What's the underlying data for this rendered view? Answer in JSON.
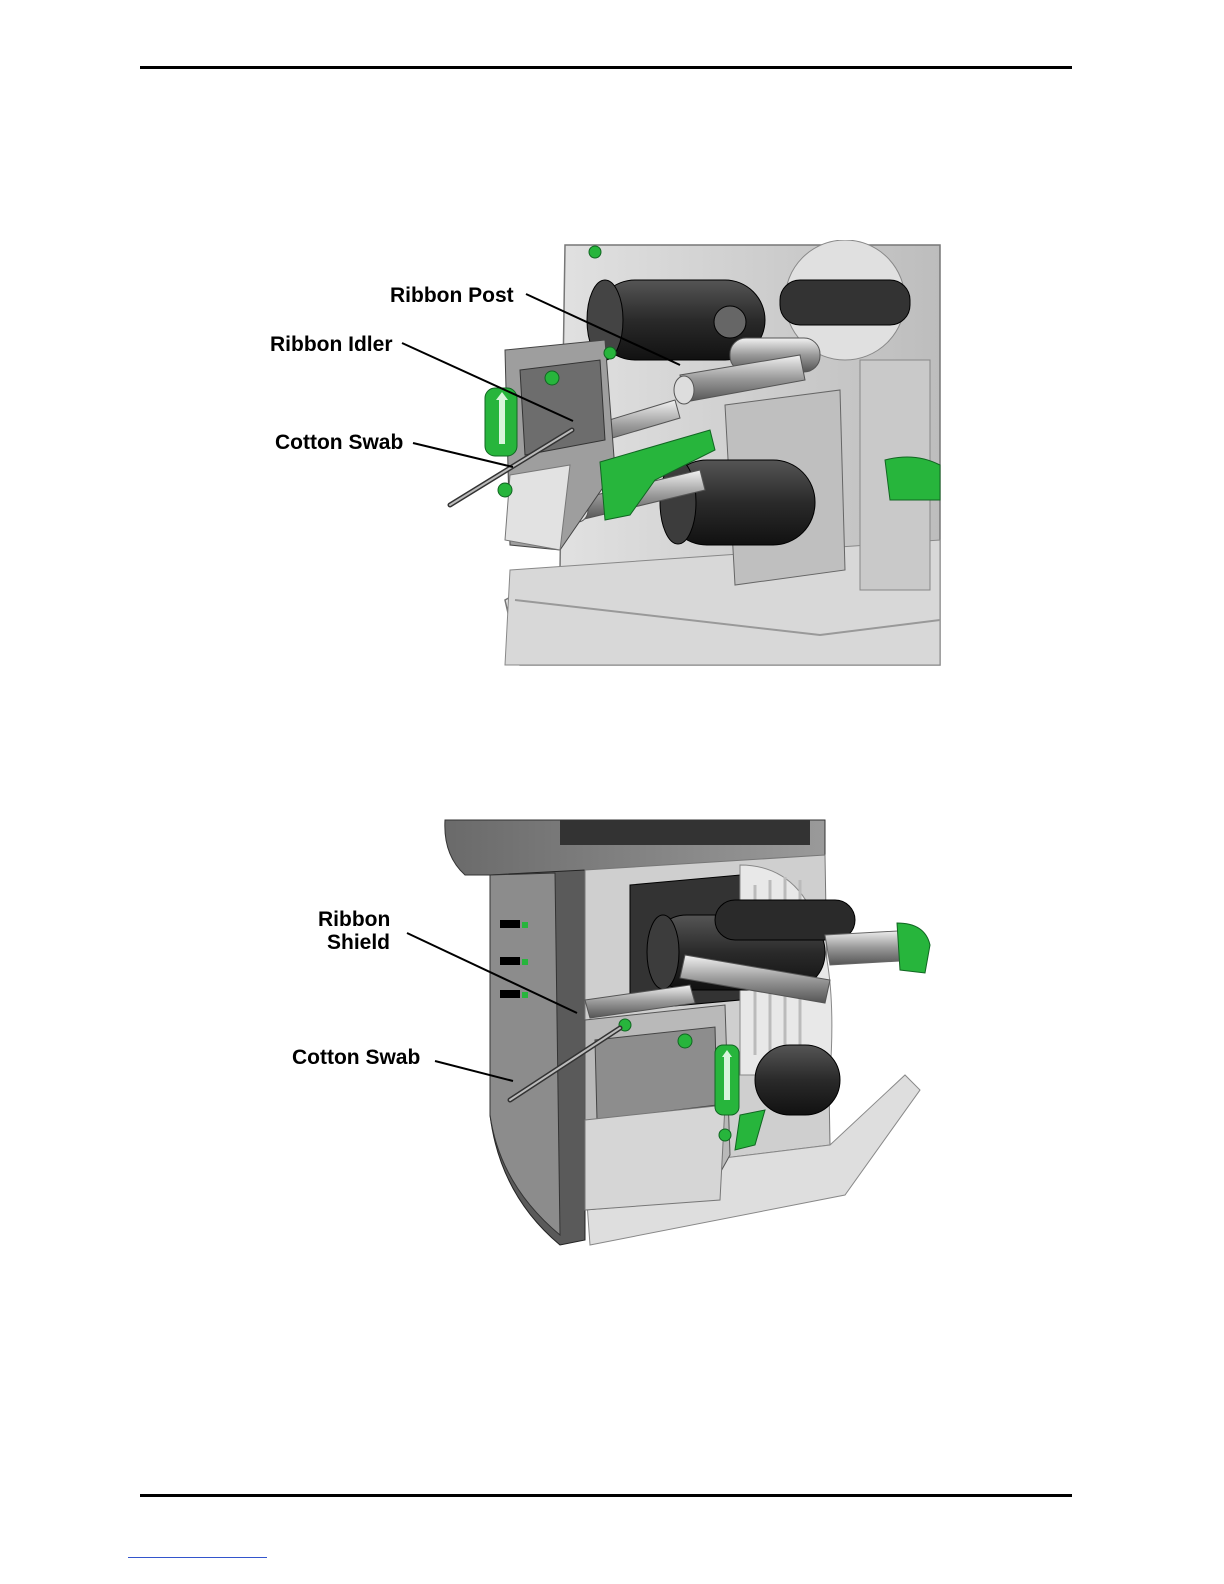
{
  "figure1": {
    "labels": {
      "ribbon_post": "Ribbon Post",
      "ribbon_idler": "Ribbon Idler",
      "cotton_swab": "Cotton Swab"
    }
  },
  "figure2": {
    "labels": {
      "ribbon_shield_line1": "Ribbon",
      "ribbon_shield_line2": "Shield",
      "cotton_swab": "Cotton Swab"
    }
  },
  "colors": {
    "accent_green": "#27b53c",
    "body_gray": "#cfcfcf",
    "dark_gray": "#333333"
  }
}
